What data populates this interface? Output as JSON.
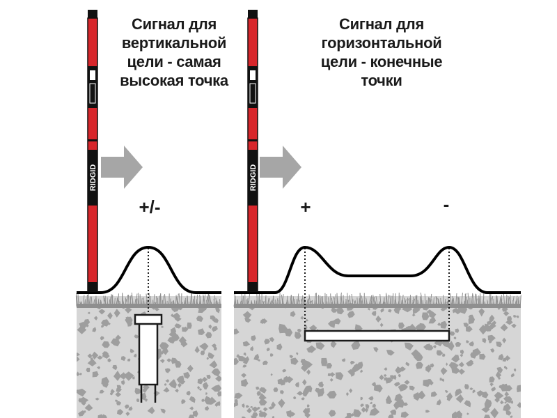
{
  "left_panel": {
    "caption_lines": [
      "Сигнал для",
      "вертикальной",
      "цели - самая",
      "высокая точка"
    ],
    "signal_sign": "+/-"
  },
  "right_panel": {
    "caption_lines": [
      "Сигнал для",
      "горизонтальной",
      "цели - конечные",
      "точки"
    ],
    "left_sign": "+",
    "right_sign": "-"
  },
  "locator": {
    "brand": "RIDGID",
    "body_color": "#d8262b",
    "band_color": "#111111",
    "label_color": "#ffffff"
  },
  "colors": {
    "arrow": "#a6a6a6",
    "soil": "#d6d6d6",
    "soil_speckle": "#9e9e9e",
    "grass": "#8f8f8f",
    "signal_curve": "#000000",
    "pipe_fill": "#ffffff",
    "pipe_stroke": "#1a1a1a"
  }
}
